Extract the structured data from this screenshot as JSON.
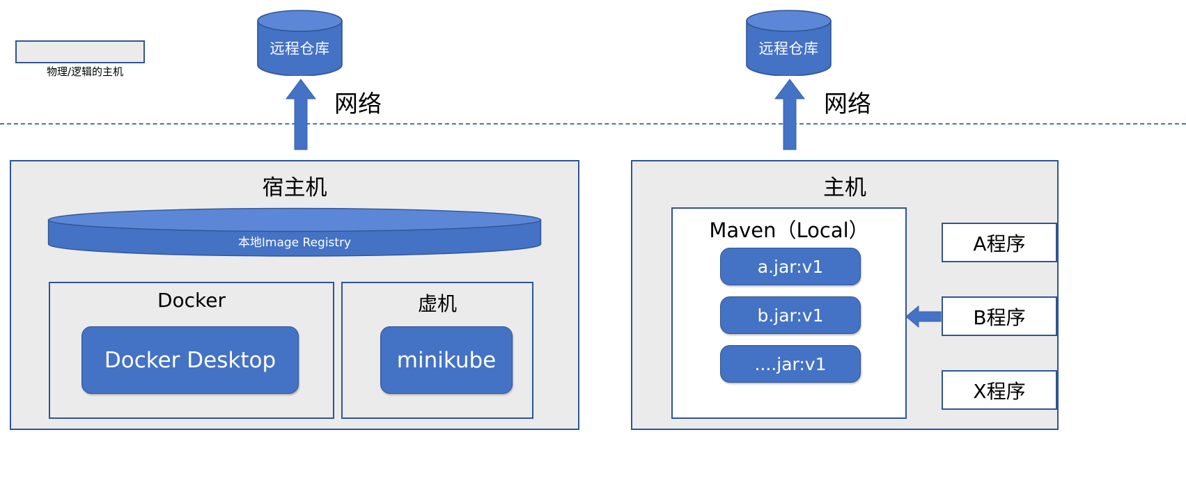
{
  "legend": {
    "box_name": "host-swatch",
    "caption": "物理/逻辑的主机"
  },
  "divider": {
    "name": "network-boundary-dashed-line",
    "color": "#4472c4"
  },
  "colors": {
    "blue_fill": "#4472c4",
    "blue_border": "#2f5496",
    "panel_gray": "#ebebeb",
    "white": "#ffffff",
    "text_black": "#000000"
  },
  "left": {
    "remote_repo": "远程仓库",
    "network_label": "网络",
    "host_title": "宿主机",
    "registry_label": "本地Image Registry",
    "subpanels": [
      {
        "title": "Docker",
        "item": "Docker Desktop"
      },
      {
        "title": "虚机",
        "item": "minikube"
      }
    ]
  },
  "right": {
    "remote_repo": "远程仓库",
    "network_label": "网络",
    "host_title": "主机",
    "maven_title": "Maven（Local）",
    "jars": [
      "a.jar:v1",
      "b.jar:v1",
      "....jar:v1"
    ],
    "programs": [
      "A程序",
      "B程序",
      "X程序"
    ],
    "arrow_name": "dependency-arrow-left"
  }
}
